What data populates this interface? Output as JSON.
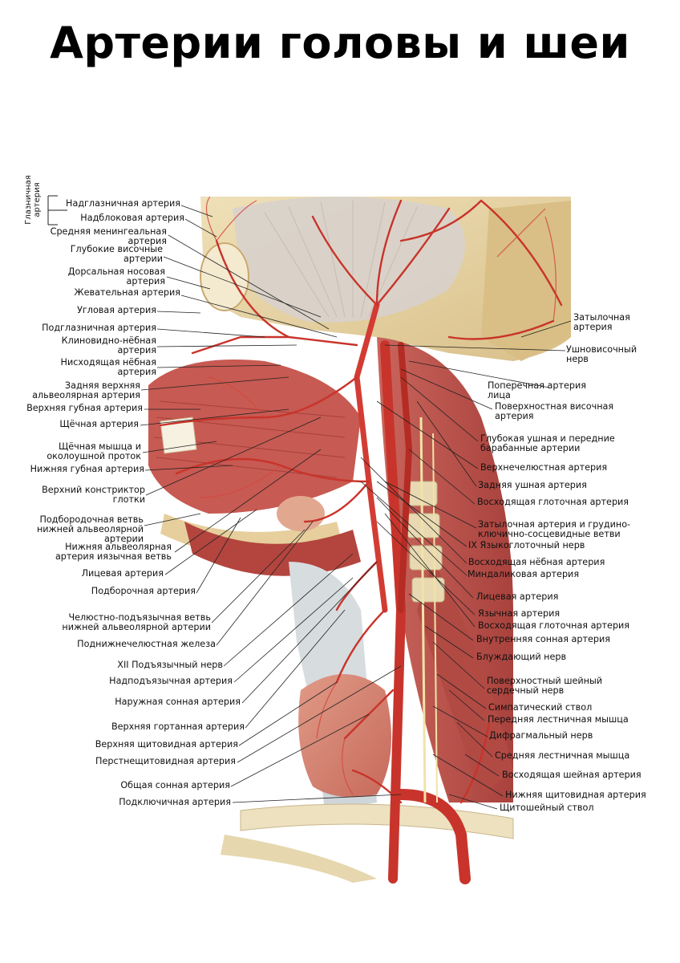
{
  "title": "Артерии головы и шеи",
  "group_label": "Глазничная артерия",
  "colors": {
    "artery": "#c8342b",
    "muscle": "#b8504a",
    "bone": "#e8d4a6",
    "tendon": "#dcdcdc"
  },
  "left_labels": [
    "Надглазничная артерия",
    "Надблоковая артерия",
    "Средняя менингеальная\nартерия",
    "Глубокие височные\nартерии",
    "Дорсальная носовая\nартерия",
    "Жевательная артерия",
    "Угловая артерия",
    "Подглазничная артерия",
    "Клиновидно-нёбная\nартерия",
    "Нисходящая нёбная\nартерия",
    "Задняя верхняя\nальвеолярная артерия",
    "Верхняя губная артерия",
    "Щёчная артерия",
    "Щёчная мышца и\nоколоушной проток",
    "Нижняя губная артерия",
    "Верхний констриктор\nглотки",
    "Подбородочная ветвь\nнижней альвеолярной\nартерии",
    "Нижняя альвеолярная\nартерия иязычная ветвь",
    "Лицевая артерия",
    "Подборочная артерия",
    "Челюстно-подъязычная ветвь\nнижней альвеолярной артерии",
    "Поднижнечелюстная железа",
    "XII Подъязычный нерв",
    "Надподъязычная артерия",
    "Наружная сонная артерия",
    "Верхняя гортанная артерия",
    "Верхняя щитовидная артерия",
    "Перстнещитовидная артерия",
    "Общая сонная артерия",
    "Подключичная артерия"
  ],
  "right_labels": [
    "Затылочная\nартерия",
    "Ушновисочный\nнерв",
    "Поперечная артерия\nлица",
    "Поверхностная височная\nартерия",
    "Глубокая ушная и передние\nбарабанные артерии",
    "Верхнечелюстная артерия",
    "Задняя ушная артерия",
    "Восходящая глоточная артерия",
    "Затылочная артерия и грудино-\nключично-сосцевидные ветви",
    "IX Языкоглоточный нерв",
    "Восходящая нёбная артерия",
    "Миндаликовая артерия",
    "Лицевая артерия",
    "Язычная артерия",
    "Восходящая глоточная артерия",
    "Внутренняя сонная артерия",
    "Блуждающий нерв",
    "Поверхностный шейный\nсердечный нерв",
    "Симпатический ствол",
    "Передняя лестничная мышца",
    "Дифрагмальный нерв",
    "Средняя лестничная мышца",
    "Восходящая шейная артерия",
    "Нижняя щитовидная артерия",
    "Щитошейный ствол"
  ]
}
